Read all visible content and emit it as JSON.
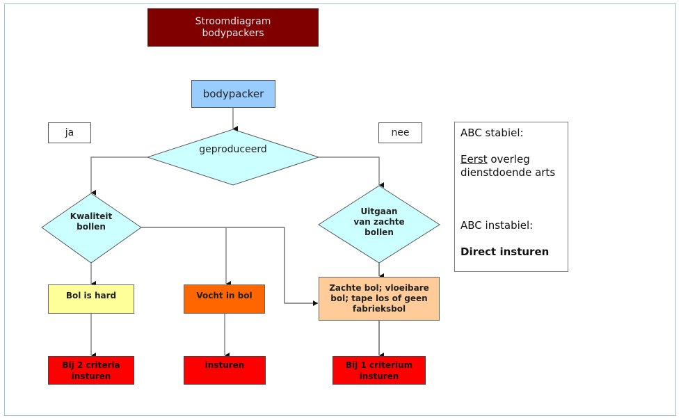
{
  "title": "Stroomdiagram bodypackers",
  "colors": {
    "title_fill": "#800000",
    "start_fill": "#99ccff",
    "decision_fill": "#ccffff",
    "hard_fill": "#ffff99",
    "vocht_fill": "#ff6600",
    "zacht_fill": "#ffcc99",
    "result_fill": "#ff0000",
    "frame_border": "#9cc3dc"
  },
  "header": {
    "title_line1": "Stroomdiagram",
    "title_line2": "bodypackers"
  },
  "flow": {
    "start": "bodypacker",
    "branch_yes": "ja",
    "branch_no": "nee",
    "decision_main": "geproduceerd",
    "decision_yes_line1": "Kwaliteit",
    "decision_yes_line2": "bollen",
    "decision_no_line1": "Uitgaan",
    "decision_no_line2": "van zachte",
    "decision_no_line3": "bollen",
    "process_hard": "Bol is hard",
    "process_vocht": "Vocht in bol",
    "process_zacht_line1": "Zachte bol; vloeibare",
    "process_zacht_line2": "bol; tape los of geen",
    "process_zacht_line3": "fabrieksbol",
    "result_hard_line1": "Bij 2 criteria",
    "result_hard_line2": "insturen",
    "result_vocht": "insturen",
    "result_zacht_line1": "Bij 1 criterium",
    "result_zacht_line2": "insturen"
  },
  "note": {
    "stable_heading": "ABC stabiel:",
    "stable_emphasis": "Eerst",
    "stable_rest_line1": " overleg",
    "stable_line2": "dienstdoende arts",
    "unstable_heading": "ABC instabiel:",
    "unstable_action": "Direct insturen"
  }
}
